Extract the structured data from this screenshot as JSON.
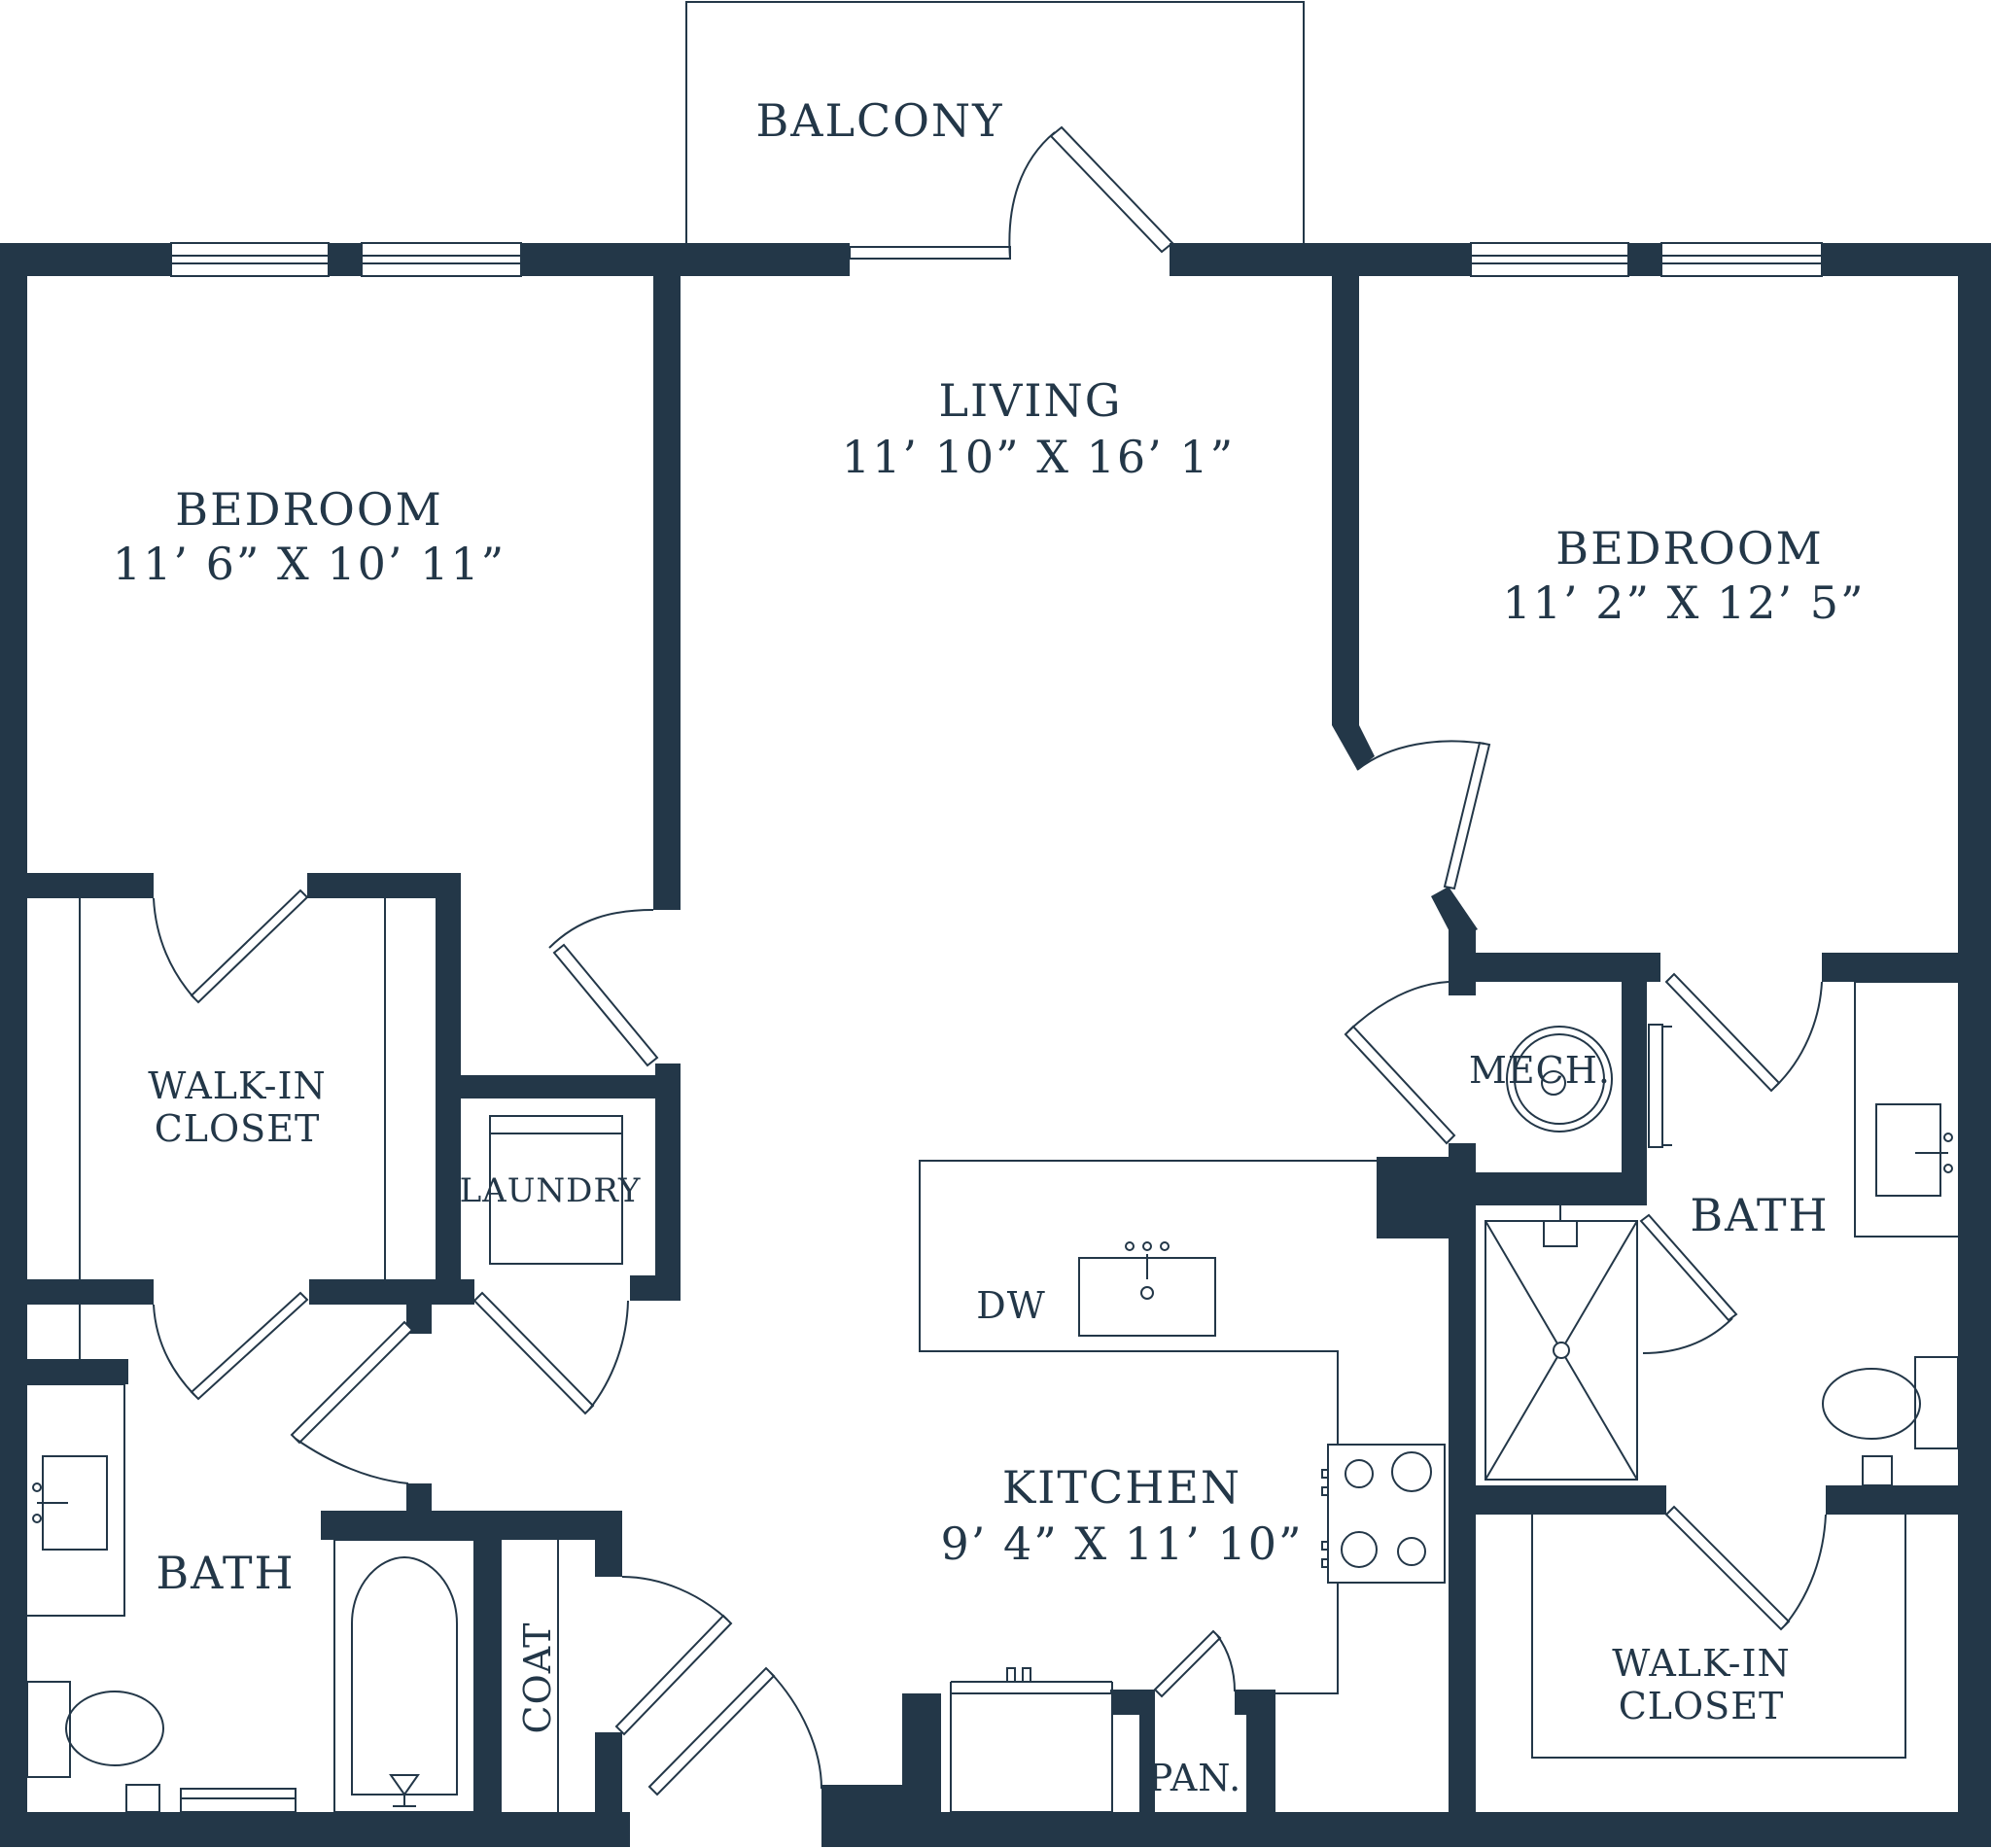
{
  "colors": {
    "wall": "#233748",
    "background": "#ffffff"
  },
  "rooms": {
    "balcony": {
      "name": "BALCONY"
    },
    "living": {
      "name": "LIVING",
      "dims": "11’ 10” X 16’ 1”"
    },
    "bedroom_left": {
      "name": "BEDROOM",
      "dims": "11’ 6” X 10’ 11”"
    },
    "bedroom_right": {
      "name": "BEDROOM",
      "dims": "11’ 2” X 12’ 5”"
    },
    "closet_left": {
      "line1": "WALK-IN",
      "line2": "CLOSET"
    },
    "laundry": {
      "name": "LAUNDRY"
    },
    "mech": {
      "name": "MECH."
    },
    "bath_right": {
      "name": "BATH"
    },
    "bath_left": {
      "name": "BATH"
    },
    "kitchen": {
      "name": "KITCHEN",
      "dims": "9’ 4” X 11’ 10”"
    },
    "dw": {
      "name": "DW"
    },
    "coat": {
      "name": "COAT"
    },
    "pantry": {
      "name": "PAN."
    },
    "closet_right": {
      "line1": "WALK-IN",
      "line2": "CLOSET"
    }
  }
}
